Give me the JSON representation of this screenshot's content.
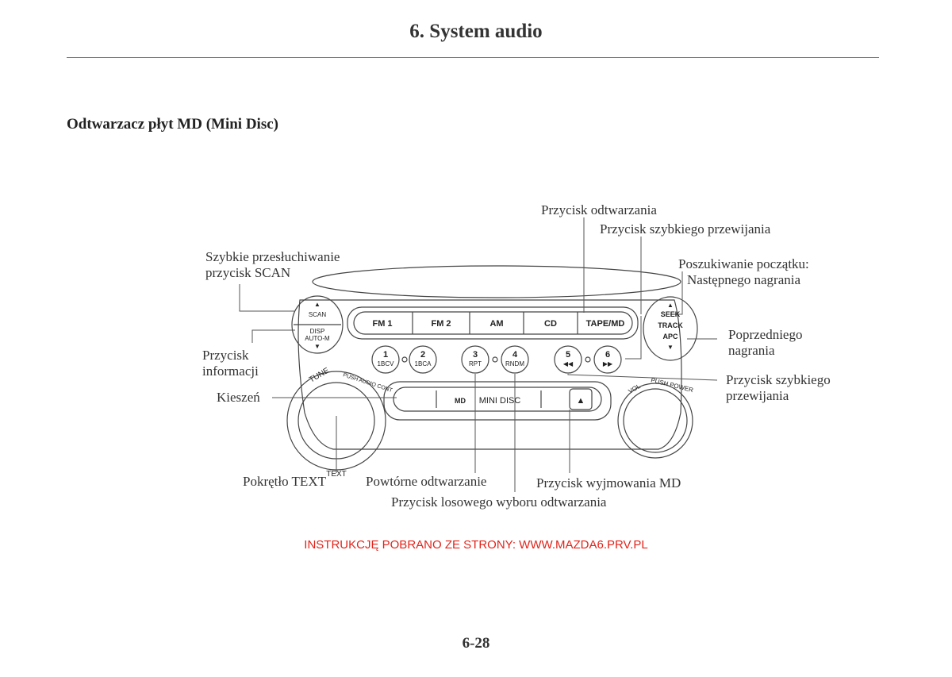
{
  "header": {
    "title": "6. System audio"
  },
  "section": {
    "title": "Odtwarzacz płyt MD (Mini Disc)"
  },
  "panel": {
    "preset_buttons": [
      "FM 1",
      "FM 2",
      "AM",
      "CD",
      "TAPE/MD"
    ],
    "number_buttons": [
      {
        "num": "1",
        "sub": "1BCV"
      },
      {
        "num": "2",
        "sub": "1BCA"
      },
      {
        "num": "3",
        "sub": "RPT"
      },
      {
        "num": "4",
        "sub": "RNDM"
      },
      {
        "num": "5",
        "sub": "◀◀"
      },
      {
        "num": "6",
        "sub": "▶▶"
      }
    ],
    "left_knob": {
      "top_text": "TUNE",
      "top_right": "PUSH AUDIO CONT",
      "bottom_text": "TEXT"
    },
    "right_knob": {
      "vol": "VOL",
      "push_power": "PUSH POWER"
    },
    "scan_button": {
      "up": "▲",
      "label": "SCAN"
    },
    "disp_button": {
      "label1": "DISP",
      "label2": "AUTO-M",
      "down": "▼"
    },
    "seek_button": {
      "up": "▲",
      "seek": "SEEK",
      "track": "TRACK",
      "apc": "APC",
      "down": "▼"
    },
    "slot": {
      "logo": "MD",
      "label": "MINI DISC",
      "eject": "▲"
    }
  },
  "callouts": {
    "playback_button": "Przycisk odtwarzania",
    "fast_forward_top": "Przycisk szybkiego przewijania",
    "scan_line1": "Szybkie przesłuchiwanie",
    "scan_line2": "przycisk SCAN",
    "seek_line1": "Poszukiwanie początku:",
    "seek_line2": "Następnego nagrania",
    "previous_line1": "Poprzedniego",
    "previous_line2": "nagrania",
    "info_line1": "Przycisk",
    "info_line2": "informacji",
    "fast_rewind_line1": "Przycisk szybkiego",
    "fast_rewind_line2": "przewijania",
    "pocket": "Kieszeń",
    "text_knob": "Pokrętło TEXT",
    "repeat": "Powtórne odtwarzanie",
    "eject": "Przycisk wyjmowania MD",
    "random": "Przycisk losowego wyboru odtwarzania"
  },
  "notice": "INSTRUKCJĘ POBRANO ZE STRONY: WWW.MAZDA6.PRV.PL",
  "page_number": "6-28"
}
